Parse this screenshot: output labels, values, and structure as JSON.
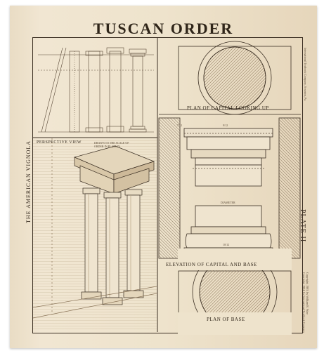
{
  "sheet": {
    "title": "TUSCAN ORDER",
    "side_title": "THE AMERICAN VIGNOLA",
    "plate_label": "PLATE II"
  },
  "captions": {
    "plan_capital": "PLAN OF CAPITAL LOOKING UP",
    "elevation": "ELEVATION OF CAPITAL AND BASE",
    "plan_base": "PLAN OF BASE",
    "perspective": "PERSPECTIVE VIEW",
    "perspective_note": "DRAWN TO THE SCALE OF ORDER IN PLATE IV",
    "diameter": "DIAMETER"
  },
  "right_margin": {
    "publisher_note": "International Textbook Company, Scranton, Pa.",
    "copyright_1": "Copyright, 1903, by William R. Ware",
    "copyright_2": "Copyright, 1904, by International Textbook Company"
  },
  "dimension_marks": {
    "d1": "7/12",
    "d2": "9/12",
    "d3": "10/12"
  },
  "colors": {
    "paper": "#eee3cc",
    "ink": "#3a2e22",
    "hatch": "#8a7458"
  }
}
